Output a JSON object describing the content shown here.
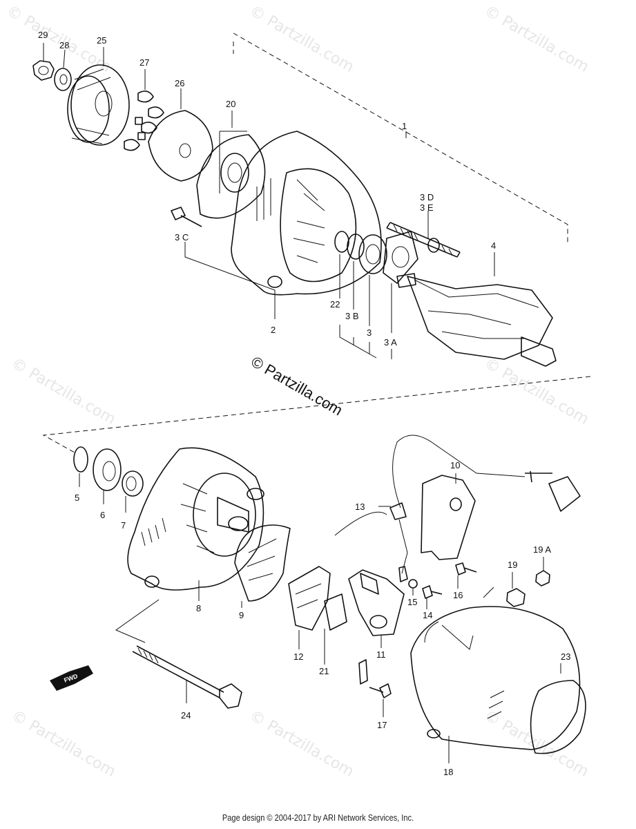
{
  "watermarks": {
    "small": "© Partzilla.com",
    "center": "© Partzilla.com"
  },
  "callouts": [
    {
      "id": "29",
      "label": "29"
    },
    {
      "id": "28",
      "label": "28"
    },
    {
      "id": "25",
      "label": "25"
    },
    {
      "id": "27",
      "label": "27"
    },
    {
      "id": "26",
      "label": "26"
    },
    {
      "id": "20",
      "label": "20"
    },
    {
      "id": "1",
      "label": "1"
    },
    {
      "id": "3D",
      "label": "3 D"
    },
    {
      "id": "3E",
      "label": "3 E"
    },
    {
      "id": "4",
      "label": "4"
    },
    {
      "id": "3C",
      "label": "3 C"
    },
    {
      "id": "2",
      "label": "2"
    },
    {
      "id": "22",
      "label": "22"
    },
    {
      "id": "3B",
      "label": "3 B"
    },
    {
      "id": "3",
      "label": "3"
    },
    {
      "id": "3A",
      "label": "3 A"
    },
    {
      "id": "5",
      "label": "5"
    },
    {
      "id": "6",
      "label": "6"
    },
    {
      "id": "7",
      "label": "7"
    },
    {
      "id": "13",
      "label": "13"
    },
    {
      "id": "10",
      "label": "10"
    },
    {
      "id": "19A",
      "label": "19 A"
    },
    {
      "id": "19",
      "label": "19"
    },
    {
      "id": "16",
      "label": "16"
    },
    {
      "id": "15",
      "label": "15"
    },
    {
      "id": "14",
      "label": "14"
    },
    {
      "id": "8",
      "label": "8"
    },
    {
      "id": "9",
      "label": "9"
    },
    {
      "id": "12",
      "label": "12"
    },
    {
      "id": "11",
      "label": "11"
    },
    {
      "id": "21",
      "label": "21"
    },
    {
      "id": "23",
      "label": "23"
    },
    {
      "id": "24",
      "label": "24"
    },
    {
      "id": "17",
      "label": "17"
    },
    {
      "id": "18",
      "label": "18"
    }
  ],
  "fwd_label": "FWD",
  "footer": "Page design © 2004-2017 by ARI Network Services, Inc."
}
